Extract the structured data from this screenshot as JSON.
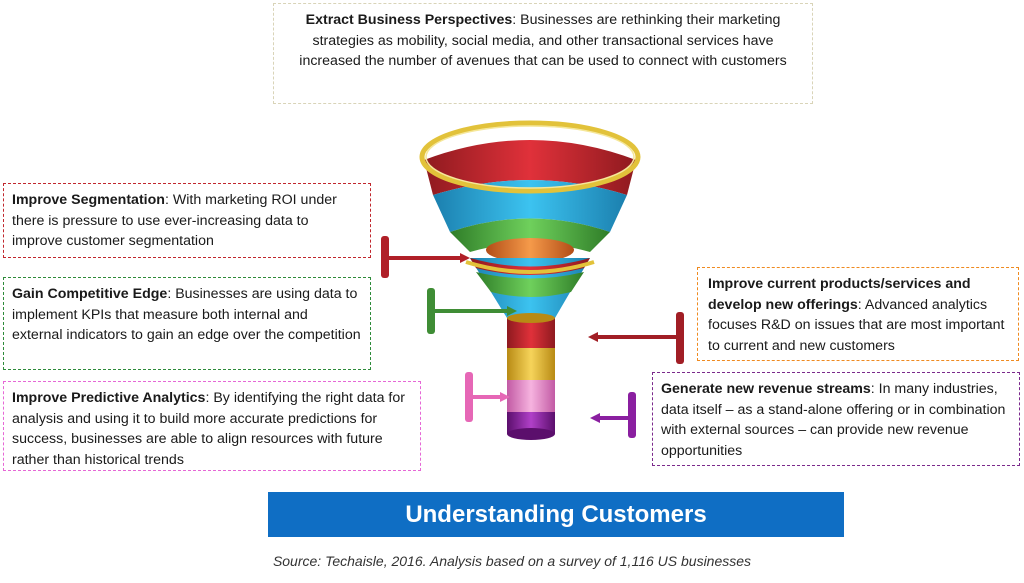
{
  "boxes": {
    "extract": {
      "title": "Extract Business Perspectives",
      "body": ": Businesses are rethinking their marketing strategies as mobility, social media, and other transactional services have increased the number of avenues that can be used to connect with customers"
    },
    "segmentation": {
      "title": "Improve Segmentation",
      "body": ": With marketing ROI under there is pressure to use ever-increasing data to improve customer segmentation"
    },
    "competitive": {
      "title": "Gain Competitive Edge",
      "body": ": Businesses are using data to implement KPIs that measure both internal and external indicators to gain an edge over the competition"
    },
    "predictive": {
      "title": "Improve Predictive Analytics",
      "body": ": By identifying the right data for analysis and using it to build more accurate predictions for success, businesses are able to align resources with future rather than historical trends"
    },
    "products": {
      "title": "Improve current products/services and develop new offerings",
      "body": ": Advanced analytics focuses R&D on issues that are most important to current and new customers"
    },
    "revenue": {
      "title": "Generate new revenue streams",
      "body": ": In many industries, data itself – as a stand-alone offering or in combination with external sources – can provide new revenue opportunities"
    }
  },
  "banner": "Understanding Customers",
  "source": "Source: Techaisle, 2016. Analysis based on a survey of 1,116 US businesses",
  "colors": {
    "red": "#c0272d",
    "cyan": "#2aa9df",
    "green": "#4caf3f",
    "orange": "#e8732a",
    "yellow": "#e5b82a",
    "pink": "#e889c8",
    "purple": "#8a1fa0",
    "gold": "#e2c23a",
    "banner": "#0f6ec4"
  }
}
